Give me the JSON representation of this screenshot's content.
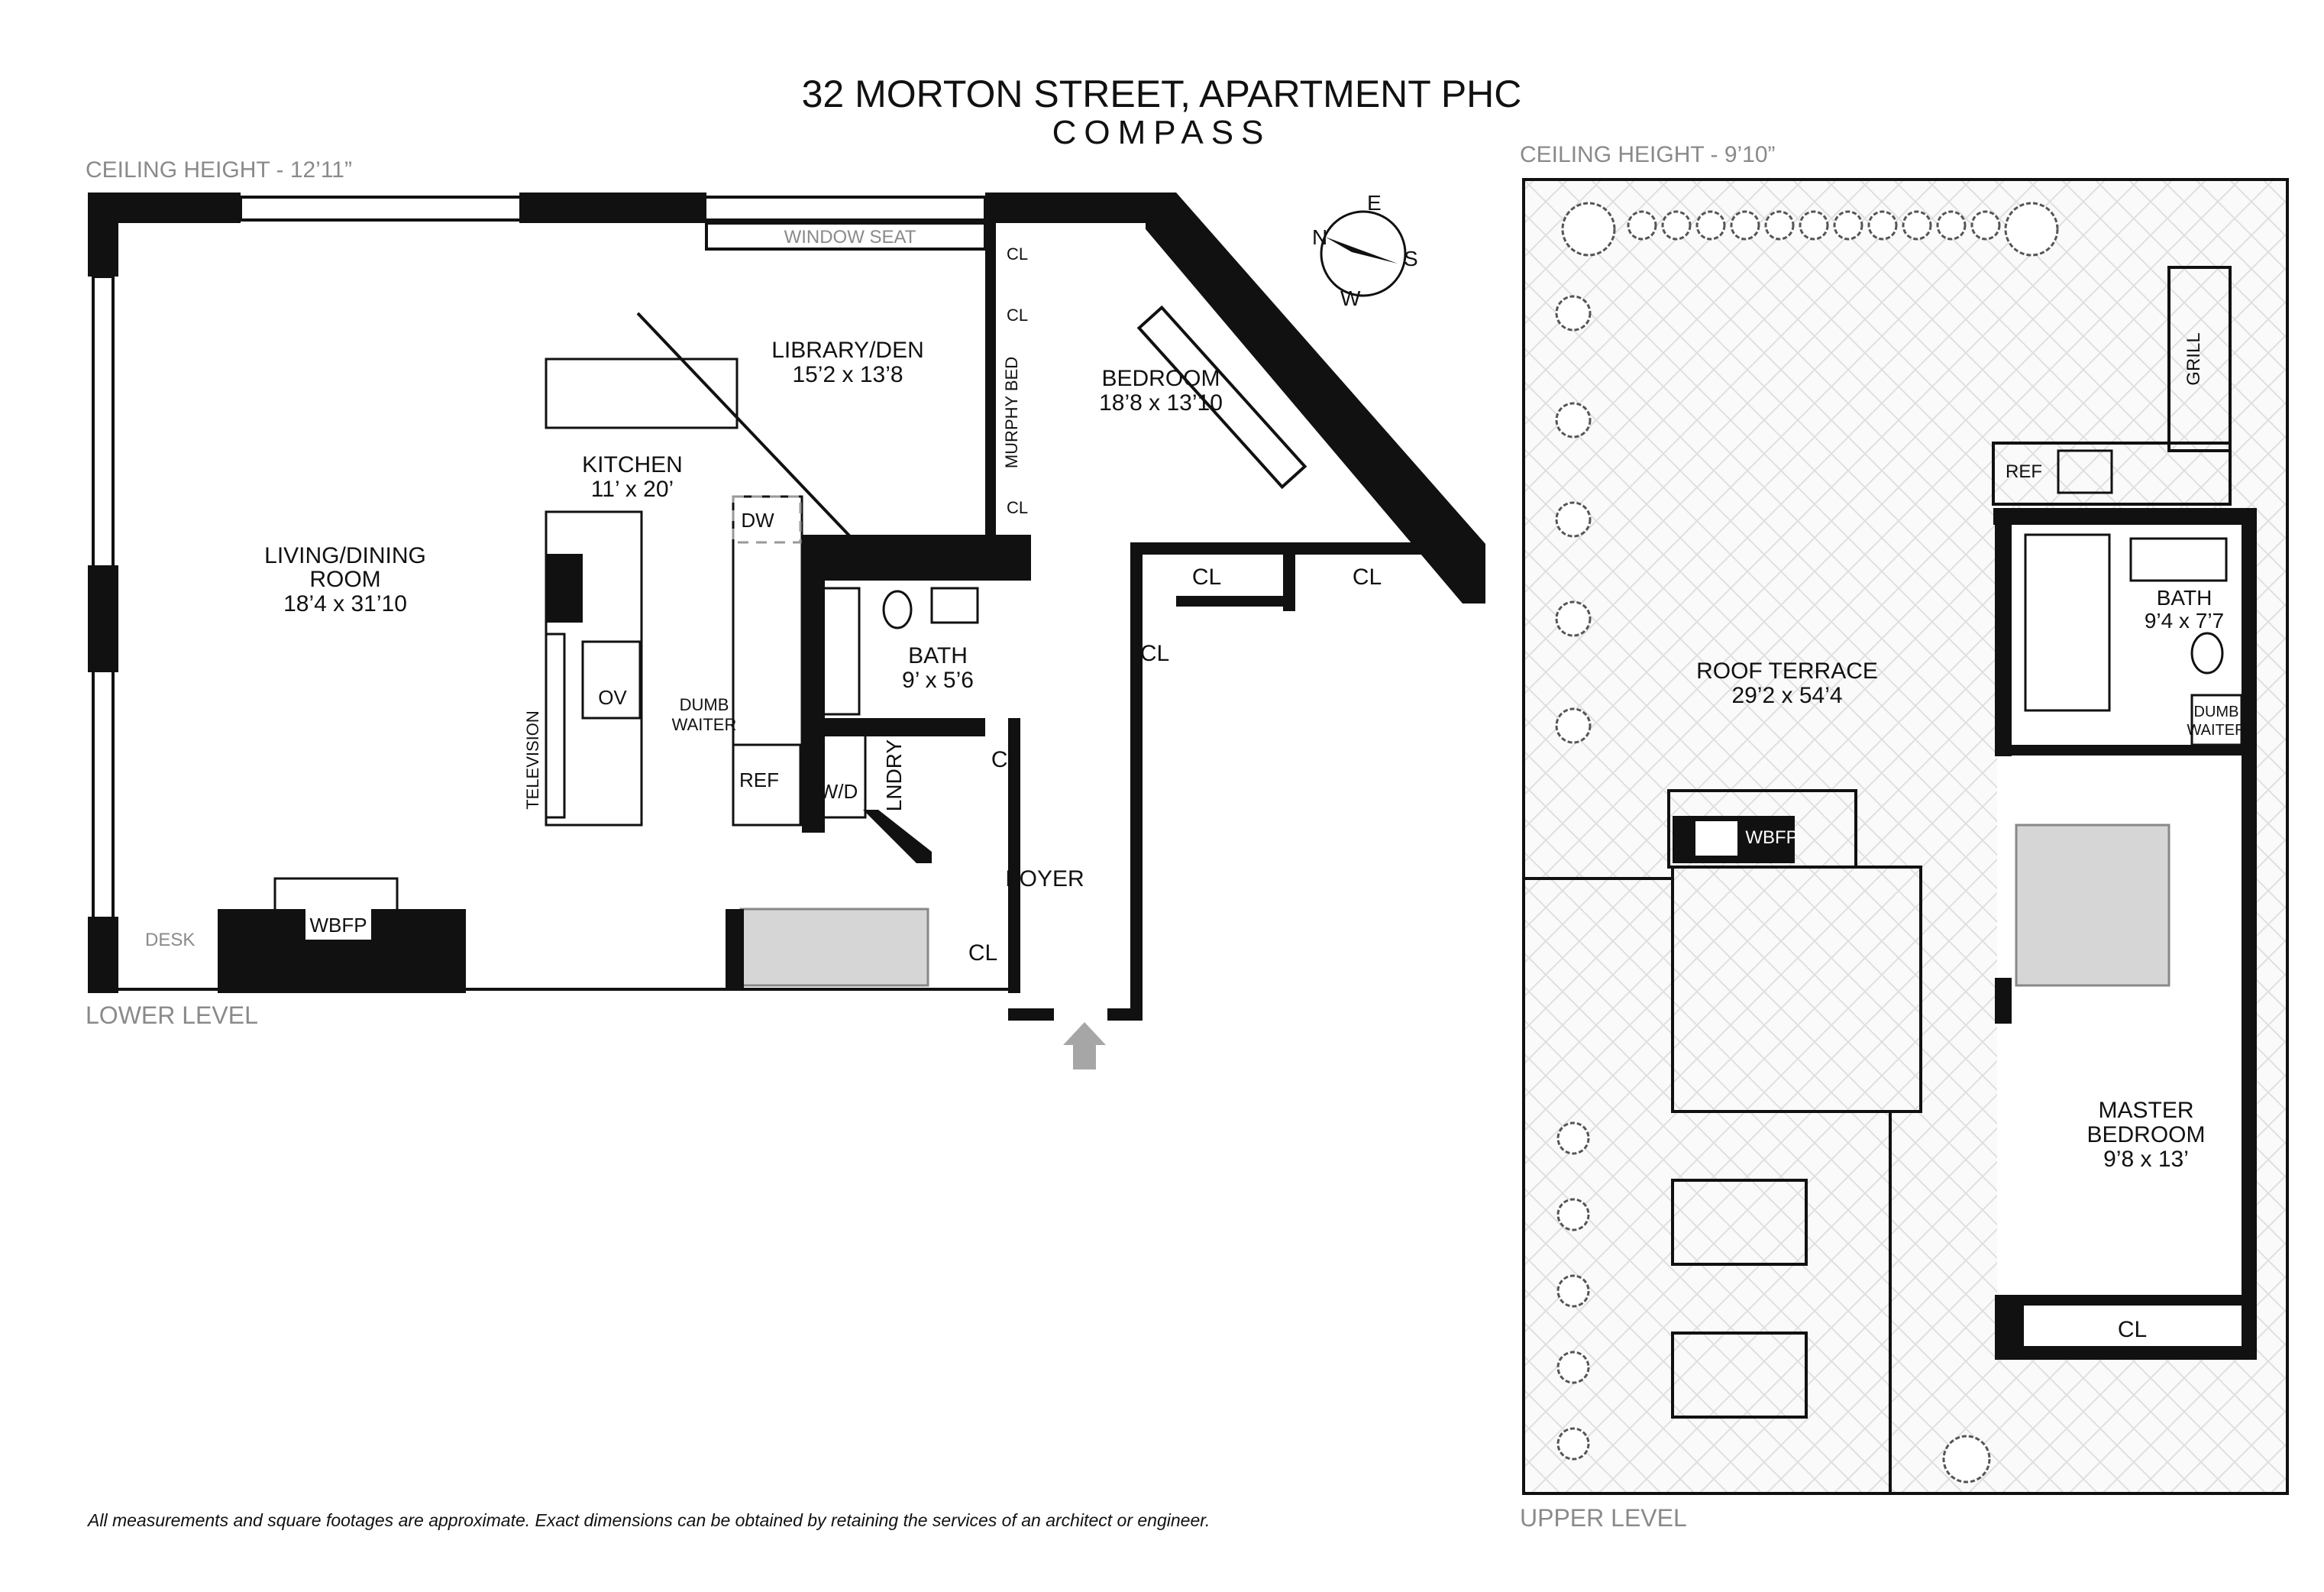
{
  "header": {
    "title": "32 MORTON STREET, APARTMENT PHC",
    "brand": "COMPASS"
  },
  "lower_level": {
    "ceiling_height": "CEILING HEIGHT - 12’11”",
    "level_label": "LOWER LEVEL",
    "rooms": {
      "living_name_1": "LIVING/DINING",
      "living_name_2": "ROOM",
      "living_dims": "18’4 x 31’10",
      "library_name": "LIBRARY/DEN",
      "library_dims": "15’2 x 13’8",
      "bedroom_name": "BEDROOM",
      "bedroom_dims": "18’8 x 13’10",
      "kitchen_name": "KITCHEN",
      "kitchen_dims": "11’ x 20’",
      "bath_name": "BATH",
      "bath_dims": "9’ x 5’6",
      "foyer_name": "FOYER",
      "laundry_name": "LNDRY"
    },
    "fixtures": {
      "window_seat": "WINDOW SEAT",
      "murphy_bed": "MURPHY BED",
      "cl": "CL",
      "dw": "DW",
      "ov": "OV",
      "ref": "REF",
      "wd": "W/D",
      "dumb_waiter_1": "DUMB",
      "dumb_waiter_2": "WAITER",
      "television": "TELEVISION",
      "wbfp": "WBFP",
      "desk": "DESK"
    }
  },
  "upper_level": {
    "ceiling_height": "CEILING HEIGHT - 9’10”",
    "level_label": "UPPER LEVEL",
    "rooms": {
      "terrace_name": "ROOF TERRACE",
      "terrace_dims": "29’2 x 54’4",
      "bath_name": "BATH",
      "bath_dims": "9’4 x 7’7",
      "master_name_1": "MASTER",
      "master_name_2": "BEDROOM",
      "master_dims": "9’8 x 13’"
    },
    "fixtures": {
      "grill": "GRILL",
      "ref": "REF",
      "wbfp": "WBFP",
      "cl": "CL",
      "dumb_1": "DUMB",
      "dumb_2": "WAITER"
    }
  },
  "compass_rose": {
    "n": "N",
    "e": "E",
    "s": "S",
    "w": "W"
  },
  "disclaimer": "All measurements and square footages are approximate. Exact dimensions can be obtained by retaining the services of an architect or engineer.",
  "colors": {
    "wall": "#111111",
    "stair": "#d6d6d6",
    "label_gray": "#8a8a8a",
    "arrow": "#a6a6a6"
  }
}
